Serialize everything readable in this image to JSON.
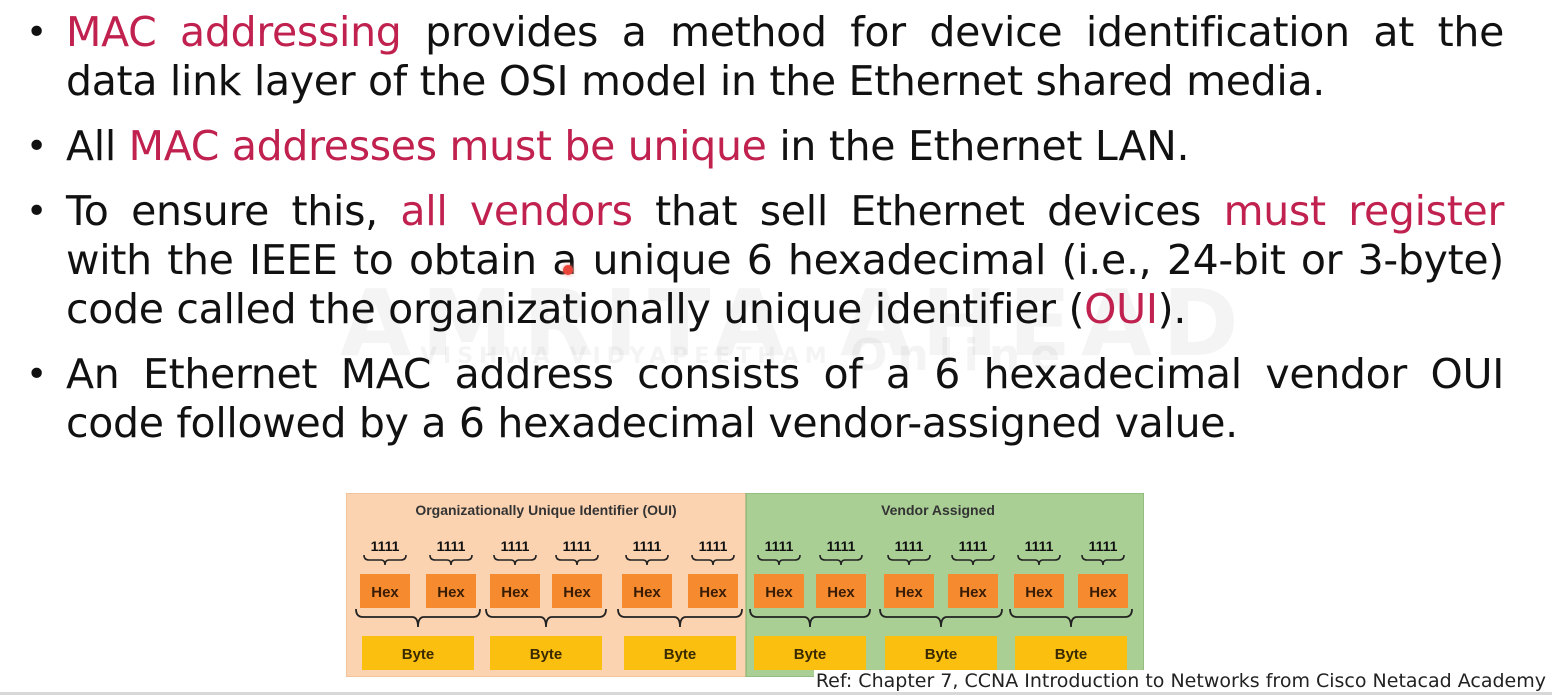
{
  "bullets": [
    {
      "segments": [
        {
          "text": "MAC addressing",
          "highlight": true
        },
        {
          "text": " provides a method for device identification at the data link layer of the OSI model in the Ethernet shared media.",
          "highlight": false
        }
      ]
    },
    {
      "segments": [
        {
          "text": "All ",
          "highlight": false
        },
        {
          "text": "MAC addresses must be unique",
          "highlight": true
        },
        {
          "text": " in the Ethernet LAN.",
          "highlight": false
        }
      ]
    },
    {
      "segments": [
        {
          "text": "To ensure this, ",
          "highlight": false
        },
        {
          "text": "all vendors",
          "highlight": true
        },
        {
          "text": " that sell Ethernet devices ",
          "highlight": false
        },
        {
          "text": "must register",
          "highlight": true
        },
        {
          "text": " with the IEEE to obtain a unique 6 hexadecimal (i.e., 24-bit or 3-byte) code called the organizationally unique identifier (",
          "highlight": false
        },
        {
          "text": "OUI",
          "highlight": true
        },
        {
          "text": ").",
          "highlight": false
        }
      ]
    },
    {
      "segments": [
        {
          "text": "An Ethernet MAC address consists of a 6 hexadecimal vendor OUI code followed by a 6 hexadecimal vendor-assigned value.",
          "highlight": false
        }
      ]
    }
  ],
  "watermark": {
    "left_text": "AMRITA",
    "sub_text": "VISHWA VIDYAPEETHAM",
    "right_text": "AHEAD",
    "online_text": "Online"
  },
  "diagram": {
    "oui_title": "Organizationally Unique Identifier (OUI)",
    "vendor_title": "Vendor Assigned",
    "nibble_label": "1111",
    "hex_label": "Hex",
    "byte_label": "Byte",
    "colors": {
      "oui_bg": "#fbd3b0",
      "vendor_bg": "#a9cf95",
      "hex_box": "#f58a2e",
      "byte_box": "#fbbf10"
    }
  },
  "reference": "Ref: Chapter 7, CCNA Introduction to Networks from Cisco Netacad Academy",
  "colors": {
    "highlight": "#c0214f",
    "text": "#111111"
  }
}
